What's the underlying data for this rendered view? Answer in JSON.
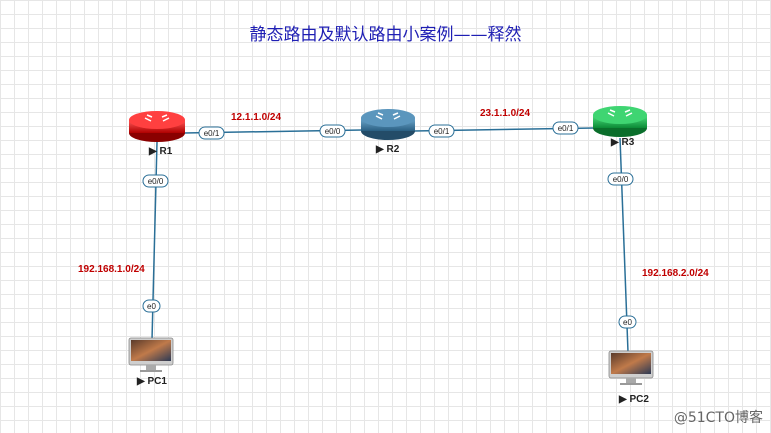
{
  "title": "静态路由及默认路由小案例——释然",
  "devices": {
    "r1": {
      "name": "R1",
      "color": "#e01515"
    },
    "r2": {
      "name": "R2",
      "color": "#3d7ea8"
    },
    "r3": {
      "name": "R3",
      "color": "#19b04a"
    },
    "pc1": {
      "name": "PC1"
    },
    "pc2": {
      "name": "PC2"
    }
  },
  "interfaces": {
    "r1_e01": "e0/1",
    "r1_e00": "e0/0",
    "r2_e00": "e0/0",
    "r2_e01": "e0/1",
    "r3_e01": "e0/1",
    "r3_e00": "e0/0",
    "pc1_e0": "e0",
    "pc2_e0": "e0"
  },
  "networks": {
    "r1_r2": "12.1.1.0/24",
    "r2_r3": "23.1.1.0/24",
    "r1_pc1": "192.168.1.0/24",
    "r3_pc2": "192.168.2.0/24"
  },
  "colors": {
    "link": "#2a6f97",
    "network_label": "#c00000",
    "title": "#1f1fb4"
  },
  "watermark": "@51CTO博客"
}
